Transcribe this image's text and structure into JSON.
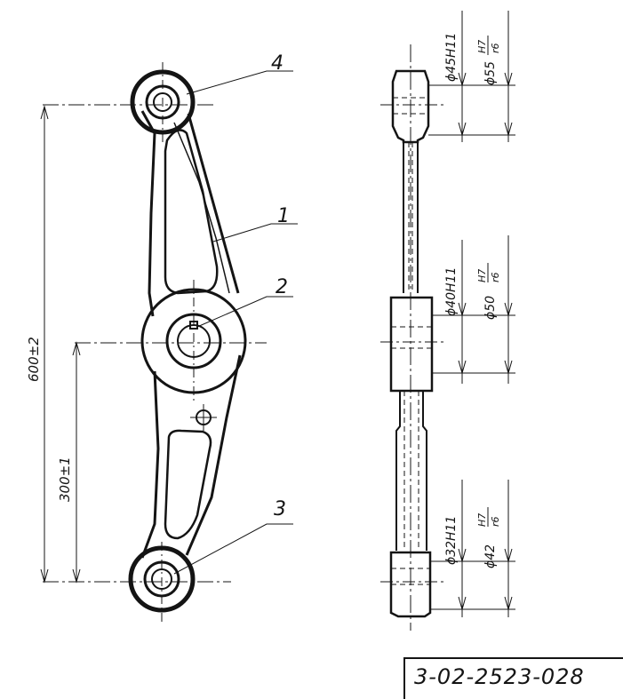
{
  "callouts": {
    "part_1": "1",
    "part_2": "2",
    "part_3": "3",
    "part_4": "4"
  },
  "dimensions": {
    "overall_length": "600±2",
    "center_distance": "300±1"
  },
  "fits": {
    "top": {
      "bore": "ϕ45H11",
      "shaft": "ϕ55",
      "fit_num": "H7",
      "fit_den": "r6"
    },
    "middle": {
      "bore": "ϕ40H11",
      "shaft": "ϕ50",
      "fit_num": "H7",
      "fit_den": "r6"
    },
    "bottom": {
      "bore": "ϕ32H11",
      "shaft": "ϕ42",
      "fit_num": "H7",
      "fit_den": "r6"
    }
  },
  "document_number": "3-02-2523-028"
}
